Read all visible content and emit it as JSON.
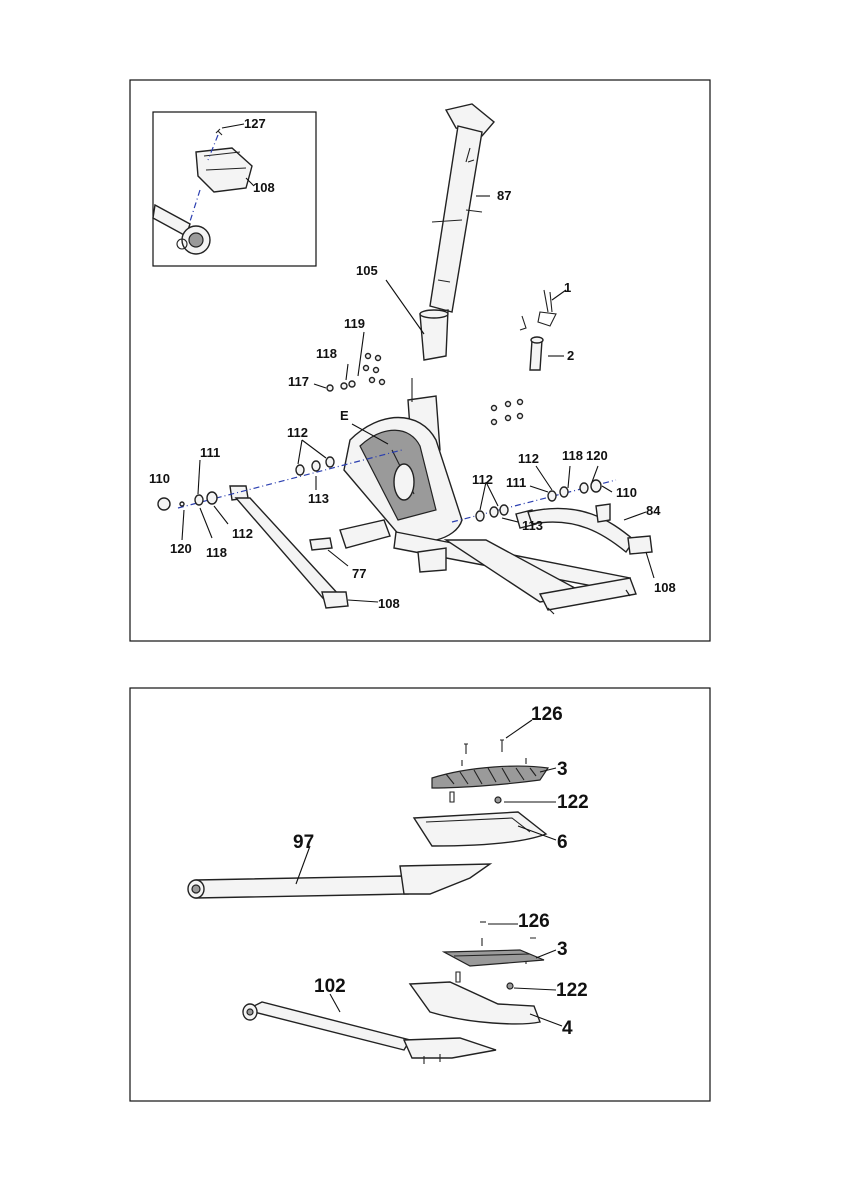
{
  "figure_top": {
    "inset_labels": [
      "127",
      "108"
    ],
    "labels": [
      "87",
      "105",
      "1",
      "119",
      "118",
      "117",
      "2",
      "E",
      "112",
      "111",
      "110",
      "113",
      "112",
      "118",
      "120",
      "112",
      "111",
      "110",
      "84",
      "113",
      "120",
      "118",
      "112",
      "77",
      "108",
      "108"
    ]
  },
  "figure_bottom": {
    "labels": [
      "126",
      "3",
      "122",
      "97",
      "6",
      "126",
      "3",
      "122",
      "102",
      "4"
    ]
  },
  "colors": {
    "line": "#222222",
    "axis": "#2b3fb0",
    "background": "#ffffff"
  }
}
